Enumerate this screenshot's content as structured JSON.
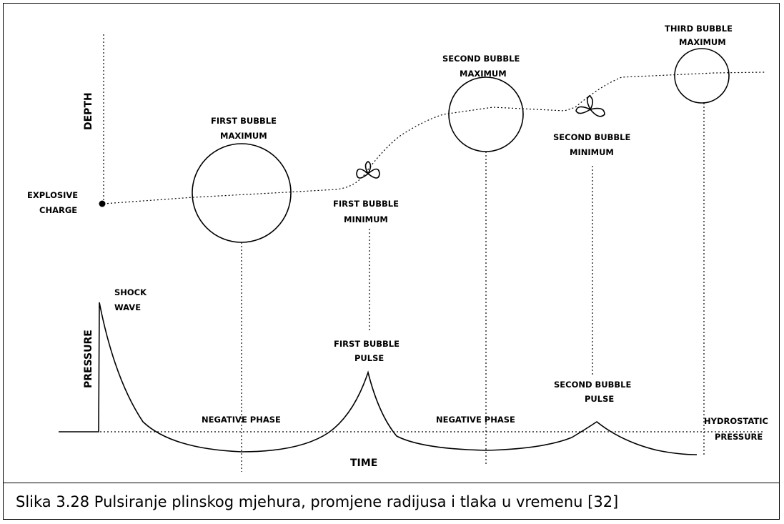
{
  "figure": {
    "axis_labels": {
      "depth": "DEPTH",
      "pressure": "PRESSURE",
      "time": "TIME"
    },
    "labels": {
      "explosive_charge": [
        "EXPLOSIVE",
        "CHARGE"
      ],
      "first_bubble_maximum": [
        "FIRST BUBBLE",
        "MAXIMUM"
      ],
      "first_bubble_minimum": [
        "FIRST BUBBLE",
        "MINIMUM"
      ],
      "second_bubble_maximum": [
        "SECOND BUBBLE",
        "MAXIMUM"
      ],
      "second_bubble_minimum": [
        "SECOND BUBBLE",
        "MINIMUM"
      ],
      "third_bubble_maximum": [
        "THIRD BUBBLE",
        "MAXIMUM"
      ],
      "shock_wave": [
        "SHOCK",
        "WAVE"
      ],
      "first_bubble_pulse": [
        "FIRST BUBBLE",
        "PULSE"
      ],
      "second_bubble_pulse": [
        "SECOND BUBBLE",
        "PULSE"
      ],
      "negative_phase_1": "NEGATIVE PHASE",
      "negative_phase_2": "NEGATIVE PHASE",
      "hydrostatic_pressure": [
        "HYDROSTATIC",
        "PRESSURE"
      ]
    }
  },
  "caption": "Slika 3.28 Pulsiranje plinskog mjehura, promjene radijusa i tlaka u vremenu [32]"
}
